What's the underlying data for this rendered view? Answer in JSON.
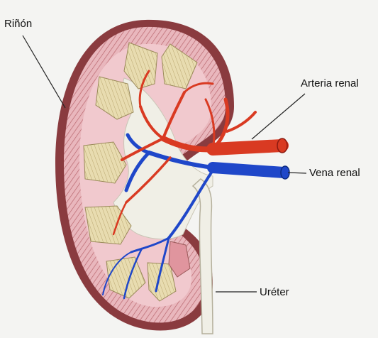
{
  "labels": {
    "rinon": "Riñón",
    "arteria_renal": "Arteria renal",
    "vena_renal": "Vena renal",
    "ureter": "Uréter"
  },
  "colors": {
    "cortex": "#e9b7bd",
    "capsule": "#8a3b3f",
    "artery": "#d93a22",
    "vein": "#1f47c9",
    "pyramid": "#e8dcb0",
    "pelvis": "#f0efe6",
    "background": "#f4f4f2"
  }
}
